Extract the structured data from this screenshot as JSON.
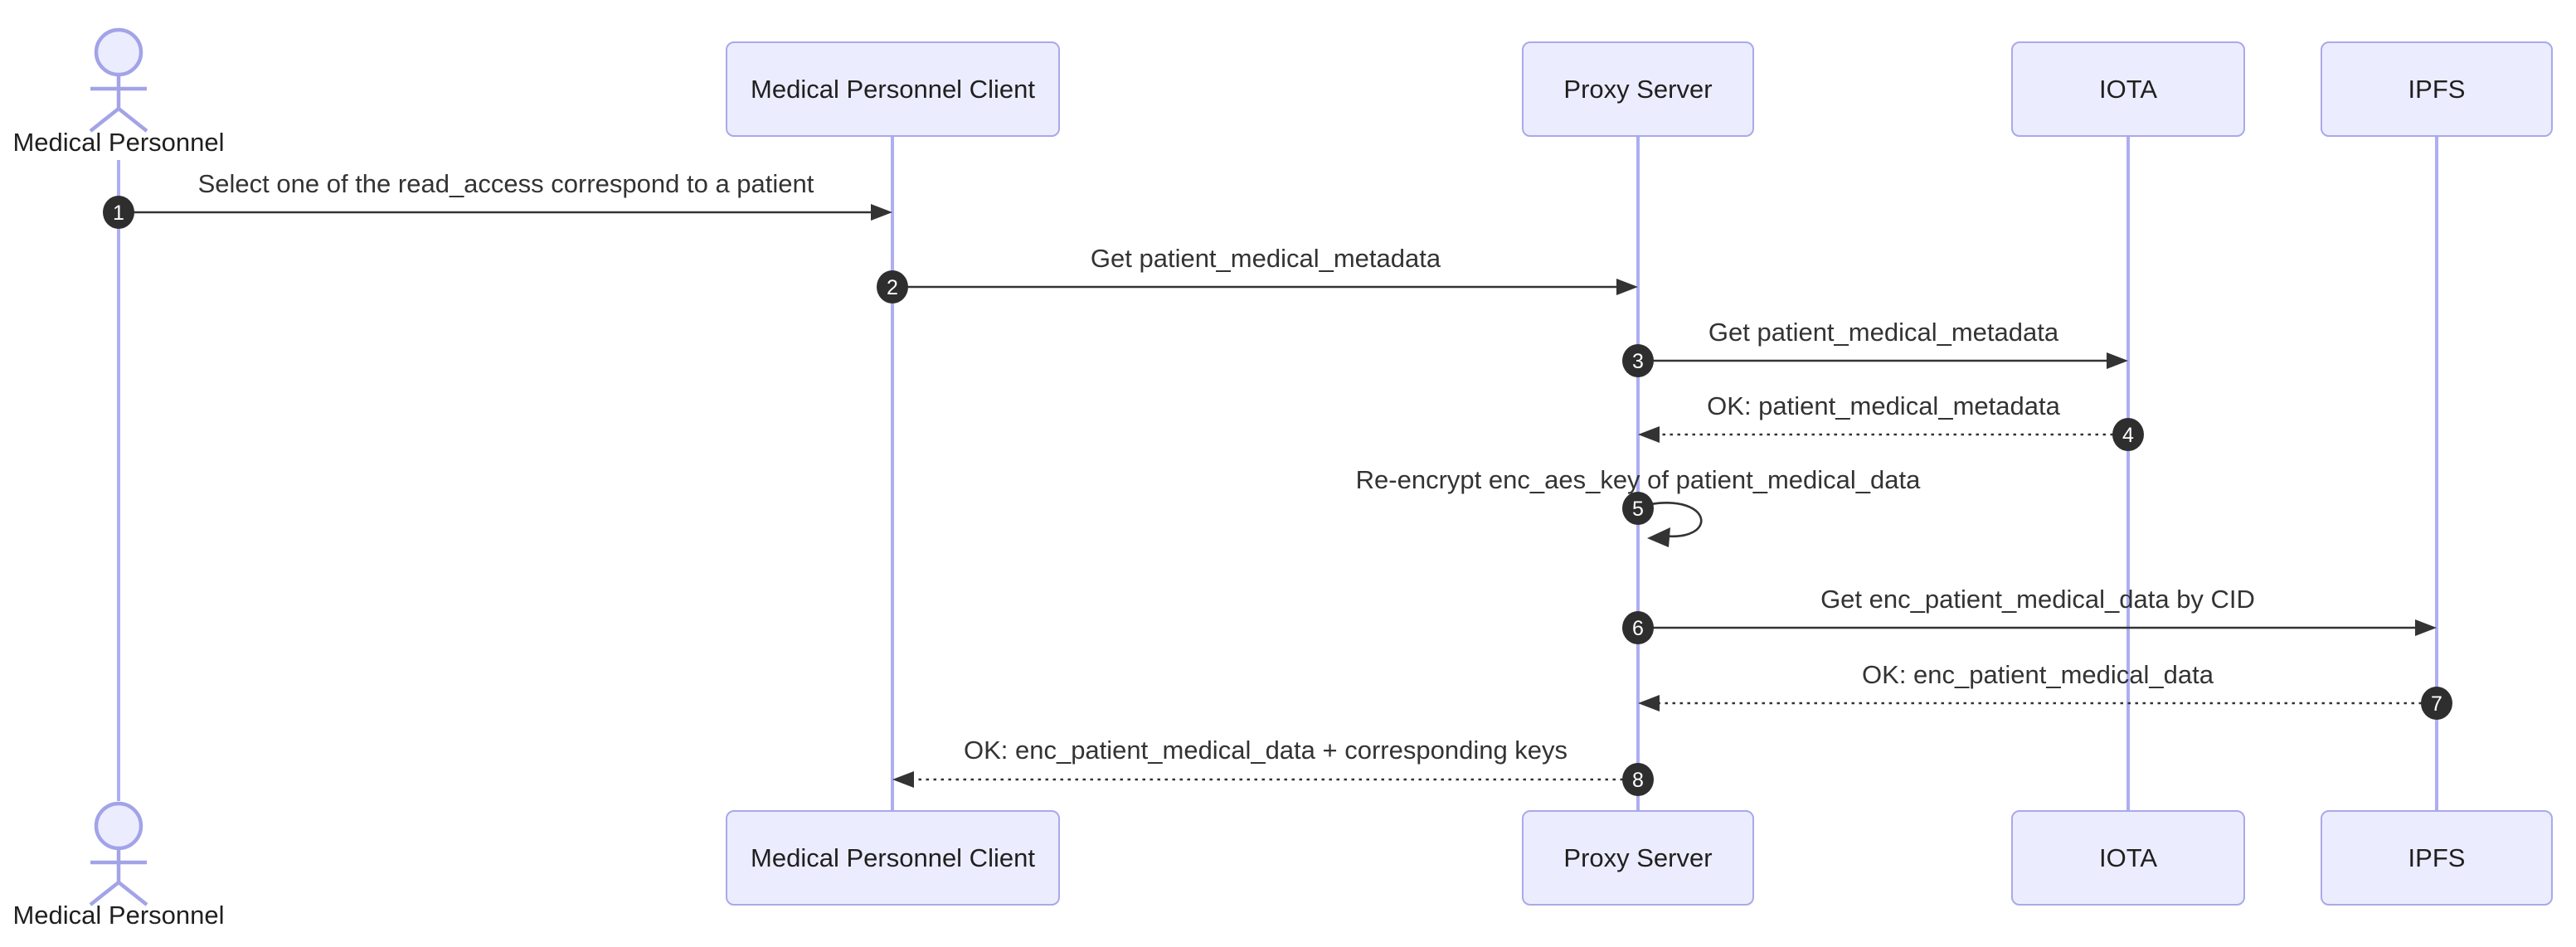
{
  "diagram_type": "sequence-diagram",
  "colors": {
    "background": "#ffffff",
    "participant_fill": "#ececff",
    "participant_border": "#a9a9e8",
    "lifeline": "#aeaef2",
    "message": "#333333",
    "sequence_number_fill": "#2e2e2e",
    "sequence_number_text": "#ffffff"
  },
  "participants": [
    {
      "id": "medical-personnel",
      "type": "actor",
      "label": "Medical Personnel"
    },
    {
      "id": "medical-personnel-client",
      "type": "participant",
      "label": "Medical Personnel Client"
    },
    {
      "id": "proxy-server",
      "type": "participant",
      "label": "Proxy Server"
    },
    {
      "id": "iota",
      "type": "participant",
      "label": "IOTA"
    },
    {
      "id": "ipfs",
      "type": "participant",
      "label": "IPFS"
    }
  ],
  "messages": [
    {
      "number": "1",
      "from": "medical-personnel",
      "to": "medical-personnel-client",
      "style": "solid",
      "label": "Select one of the read_access correspond to a patient"
    },
    {
      "number": "2",
      "from": "medical-personnel-client",
      "to": "proxy-server",
      "style": "solid",
      "label": "Get patient_medical_metadata"
    },
    {
      "number": "3",
      "from": "proxy-server",
      "to": "iota",
      "style": "solid",
      "label": "Get patient_medical_metadata"
    },
    {
      "number": "4",
      "from": "iota",
      "to": "proxy-server",
      "style": "dotted",
      "label": "OK: patient_medical_metadata"
    },
    {
      "number": "5",
      "from": "proxy-server",
      "to": "proxy-server",
      "style": "self",
      "label": "Re-encrypt enc_aes_key of patient_medical_data"
    },
    {
      "number": "6",
      "from": "proxy-server",
      "to": "ipfs",
      "style": "solid",
      "label": "Get enc_patient_medical_data by CID"
    },
    {
      "number": "7",
      "from": "ipfs",
      "to": "proxy-server",
      "style": "dotted",
      "label": "OK: enc_patient_medical_data"
    },
    {
      "number": "8",
      "from": "proxy-server",
      "to": "medical-personnel-client",
      "style": "dotted",
      "label": "OK: enc_patient_medical_data + corresponding keys"
    }
  ]
}
